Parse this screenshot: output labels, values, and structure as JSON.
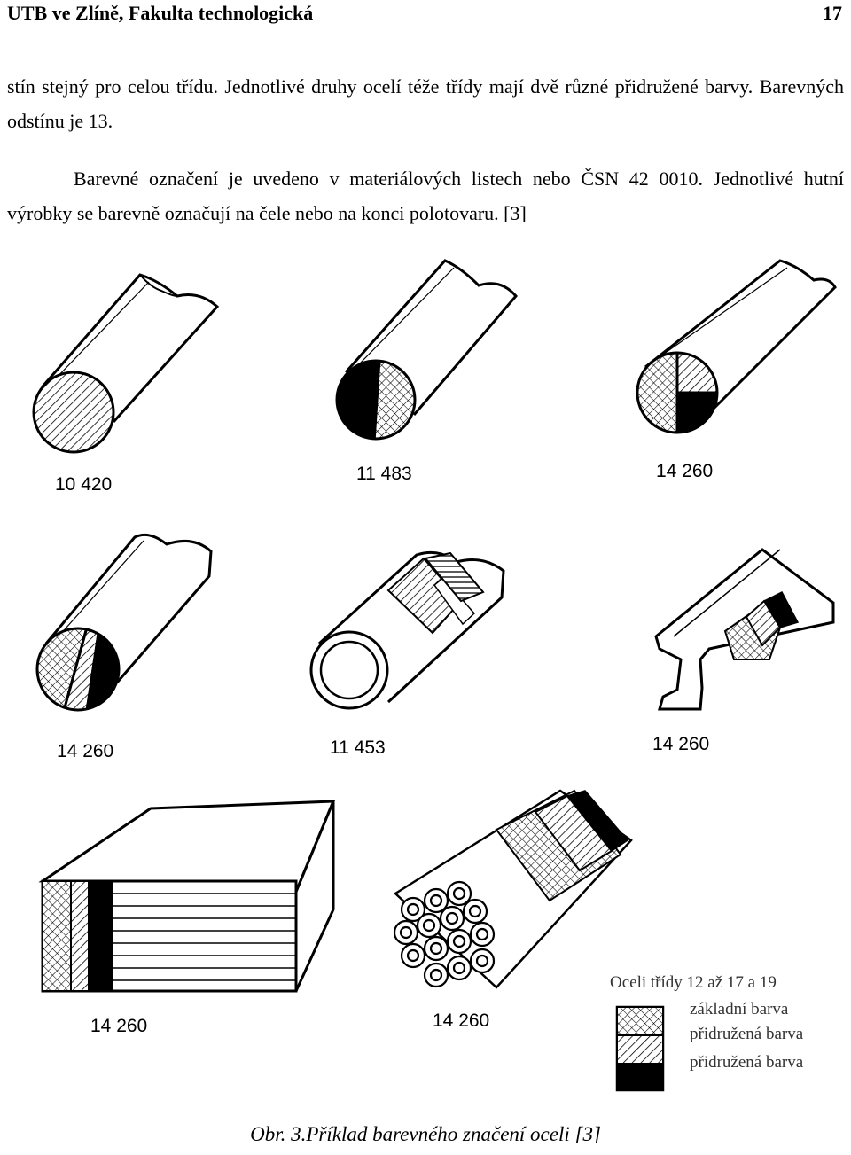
{
  "header": {
    "left": "UTB ve Zlíně, Fakultа technologická",
    "page_number": "17"
  },
  "paragraphs": [
    "stín stejný pro celou třídu. Jednotlivé druhy ocelí téže třídy mají dvě různé přidružené barvy. Barevných odstínu je 13.",
    "Barevné označení je uvedeno v materiálových listech nebo ČSN 42 0010. Jednotlivé hutní výrobky se barevně označují na čele nebo na konci polotovaru. [3]"
  ],
  "figure": {
    "labels": [
      "10 420",
      "11 483",
      "14 260",
      "14 260",
      "11 453",
      "14 260",
      "14 260",
      "14 260"
    ],
    "legend": {
      "title": "Oceli třídy 12 až 17 a 19",
      "items": [
        "základní barva",
        "přidružená barva",
        "přidružená barva"
      ]
    }
  },
  "caption": "Obr. 3.Příklad barevného značení oceli [3]"
}
